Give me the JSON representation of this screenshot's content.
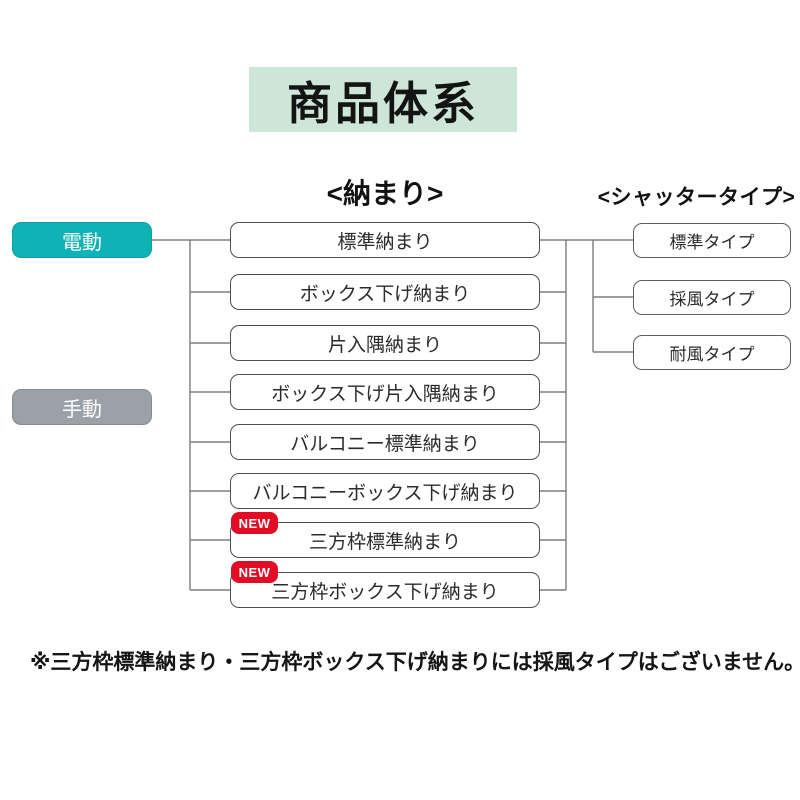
{
  "title": "商品体系",
  "headers": {
    "left": "<納まり>",
    "right": "<シャッタータイプ>"
  },
  "drive_buttons": [
    {
      "label": "電動",
      "color": "#10b3b5"
    },
    {
      "label": "手動",
      "color": "#9aa1a8"
    }
  ],
  "fittings": [
    {
      "label": "標準納まり",
      "new": false
    },
    {
      "label": "ボックス下げ納まり",
      "new": false
    },
    {
      "label": "片入隅納まり",
      "new": false
    },
    {
      "label": "ボックス下げ片入隅納まり",
      "new": false
    },
    {
      "label": "バルコニー標準納まり",
      "new": false
    },
    {
      "label": "バルコニーボックス下げ納まり",
      "new": false
    },
    {
      "label": "三方枠標準納まり",
      "new": true
    },
    {
      "label": "三方枠ボックス下げ納まり",
      "new": true
    }
  ],
  "shutter_types": [
    "標準タイプ",
    "採風タイプ",
    "耐風タイプ"
  ],
  "new_badge_label": "NEW",
  "note": "※三方枠標準納まり・三方枠ボックス下げ納まりには採風タイプはございません。",
  "colors": {
    "banner_bg": "#cde6d8",
    "electric_button": "#10b3b5",
    "manual_button": "#9aa1a8",
    "new_badge": "#e00d24",
    "connector_line": "#7e7e7e",
    "box_border": "#4f4f4f"
  }
}
